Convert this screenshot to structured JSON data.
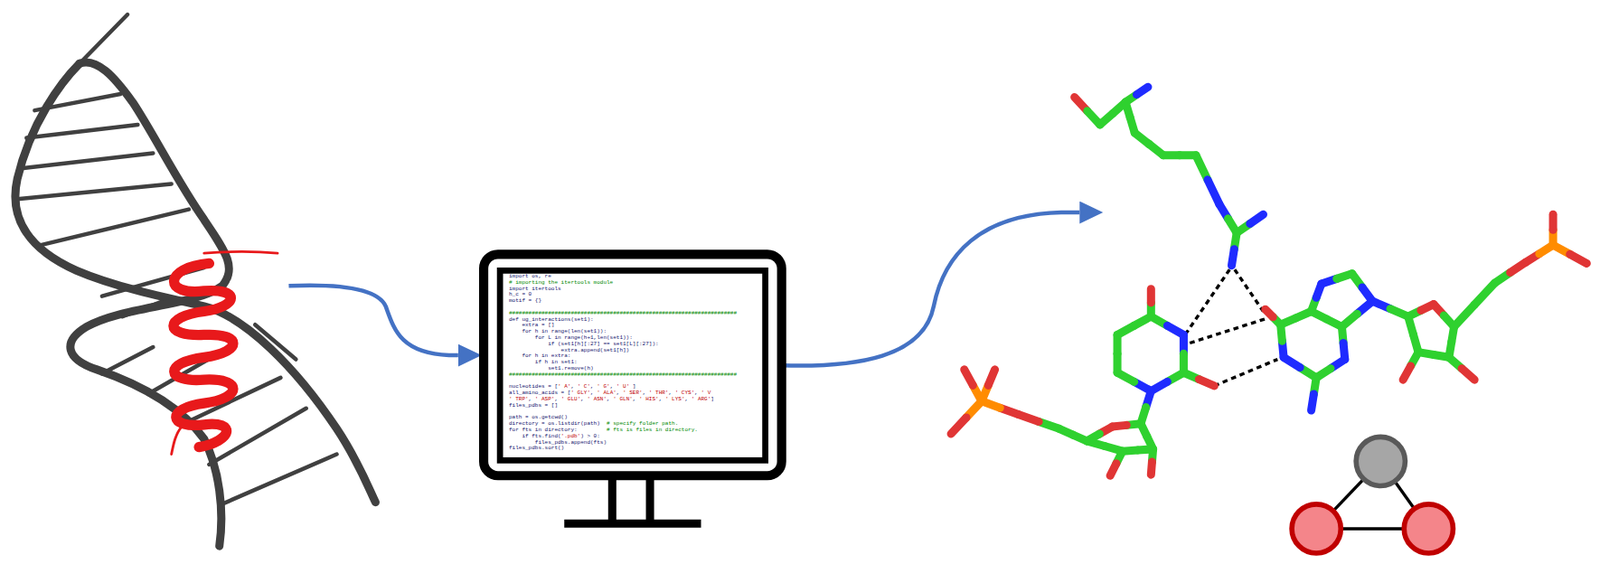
{
  "diagram": {
    "labels": [
      "import os, re",
      "# importing the itertools module",
      "import itertools",
      "h_c = 0",
      "motif = {}",
      "######################################################################",
      "def ug_interactions(set1):",
      "    extra = []",
      "    for h in range(len(set1)):",
      "        for L in range(h+1,len(set1)):",
      "            if (set1[h][:27] == set1[L][:27]):",
      "                extra.append(set1[h])",
      "    for h in extra:",
      "        if h in set1:",
      "            set1.remove(h)",
      "######################################################################",
      "nucleotides = [' A', ' C', ' G', ' U' ]",
      "all_amino_acids = [' GLY', ' ALA', ' SER', ' THR', ' CYS', ' V",
      "' TRP', ' ASP', ' GLU', ' ASN', ' GLN', ' HIS', ' LYS', ' ARG']",
      "files_pdbs = []",
      "path = os.getcwd()",
      "directory = os.listdir(path)  # specify folder path.",
      "for fts in directory:         # fts is files in directory.",
      "    if fts.find('.pdb') > 0:",
      "        files_pdbs.append(fts)",
      "files_pdbs.sort()"
    ]
  }
}
